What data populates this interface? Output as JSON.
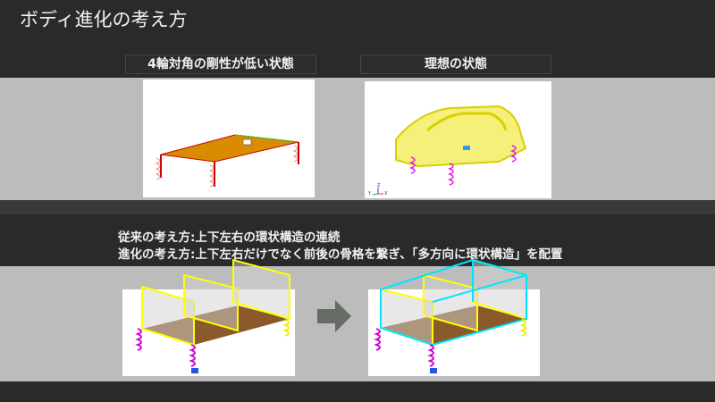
{
  "slide": {
    "title": "ボディ進化の考え方",
    "top_section": {
      "left_label": "4輪対角の剛性が低い状態",
      "right_label": "理想の状態"
    },
    "bottom_section": {
      "line1": "従来の考え方:上下左右の環状構造の連続",
      "line2": "進化の考え方:上下左右だけでなく前後の骨格を繋ぎ、「多方向に環状構造」を配置"
    },
    "axis_labels": {
      "z": "Z",
      "y": "Y",
      "x": "X"
    },
    "colors": {
      "background": "#2a2a2a",
      "panel": "#bcbcbc",
      "ring_yellow": "#ffff00",
      "ring_cyan": "#00e5ff",
      "spring": "#d000d0",
      "plate": "#d98c00"
    }
  }
}
